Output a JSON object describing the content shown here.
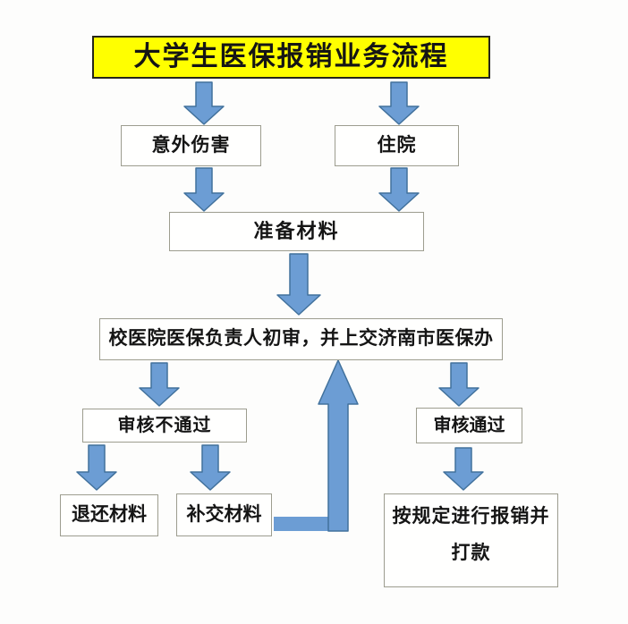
{
  "diagram": {
    "title": {
      "label": "大学生医保报销业务流程"
    },
    "nodes": {
      "accident": {
        "label": "意外伤害"
      },
      "hospitalization": {
        "label": "住院"
      },
      "prepare": {
        "label": "准备材料"
      },
      "review": {
        "label": "校医院医保负责人初审，并上交济南市医保办"
      },
      "reject": {
        "label": "审核不通过"
      },
      "approve": {
        "label": "审核通过"
      },
      "return_materials": {
        "label": "退还材料"
      },
      "supplement_materials": {
        "label": "补交材料"
      },
      "reimburse": {
        "line1": "按规定进行报销并",
        "line2": "打款"
      }
    },
    "edges": [
      {
        "from": "title",
        "to": "accident"
      },
      {
        "from": "title",
        "to": "hospitalization"
      },
      {
        "from": "accident",
        "to": "prepare"
      },
      {
        "from": "hospitalization",
        "to": "prepare"
      },
      {
        "from": "prepare",
        "to": "review"
      },
      {
        "from": "review",
        "to": "reject"
      },
      {
        "from": "review",
        "to": "approve"
      },
      {
        "from": "reject",
        "to": "return_materials"
      },
      {
        "from": "reject",
        "to": "supplement_materials"
      },
      {
        "from": "supplement_materials",
        "to": "review"
      },
      {
        "from": "approve",
        "to": "reimburse"
      }
    ],
    "colors": {
      "background": "#fdfdfc",
      "title_bg": "#ffff00",
      "title_border": "#26261a",
      "box_bg": "#fffffe",
      "box_border": "#9d9d8f",
      "text": "#151515",
      "arrow_fill": "#6c9dd4",
      "arrow_stroke": "#41719c"
    }
  }
}
